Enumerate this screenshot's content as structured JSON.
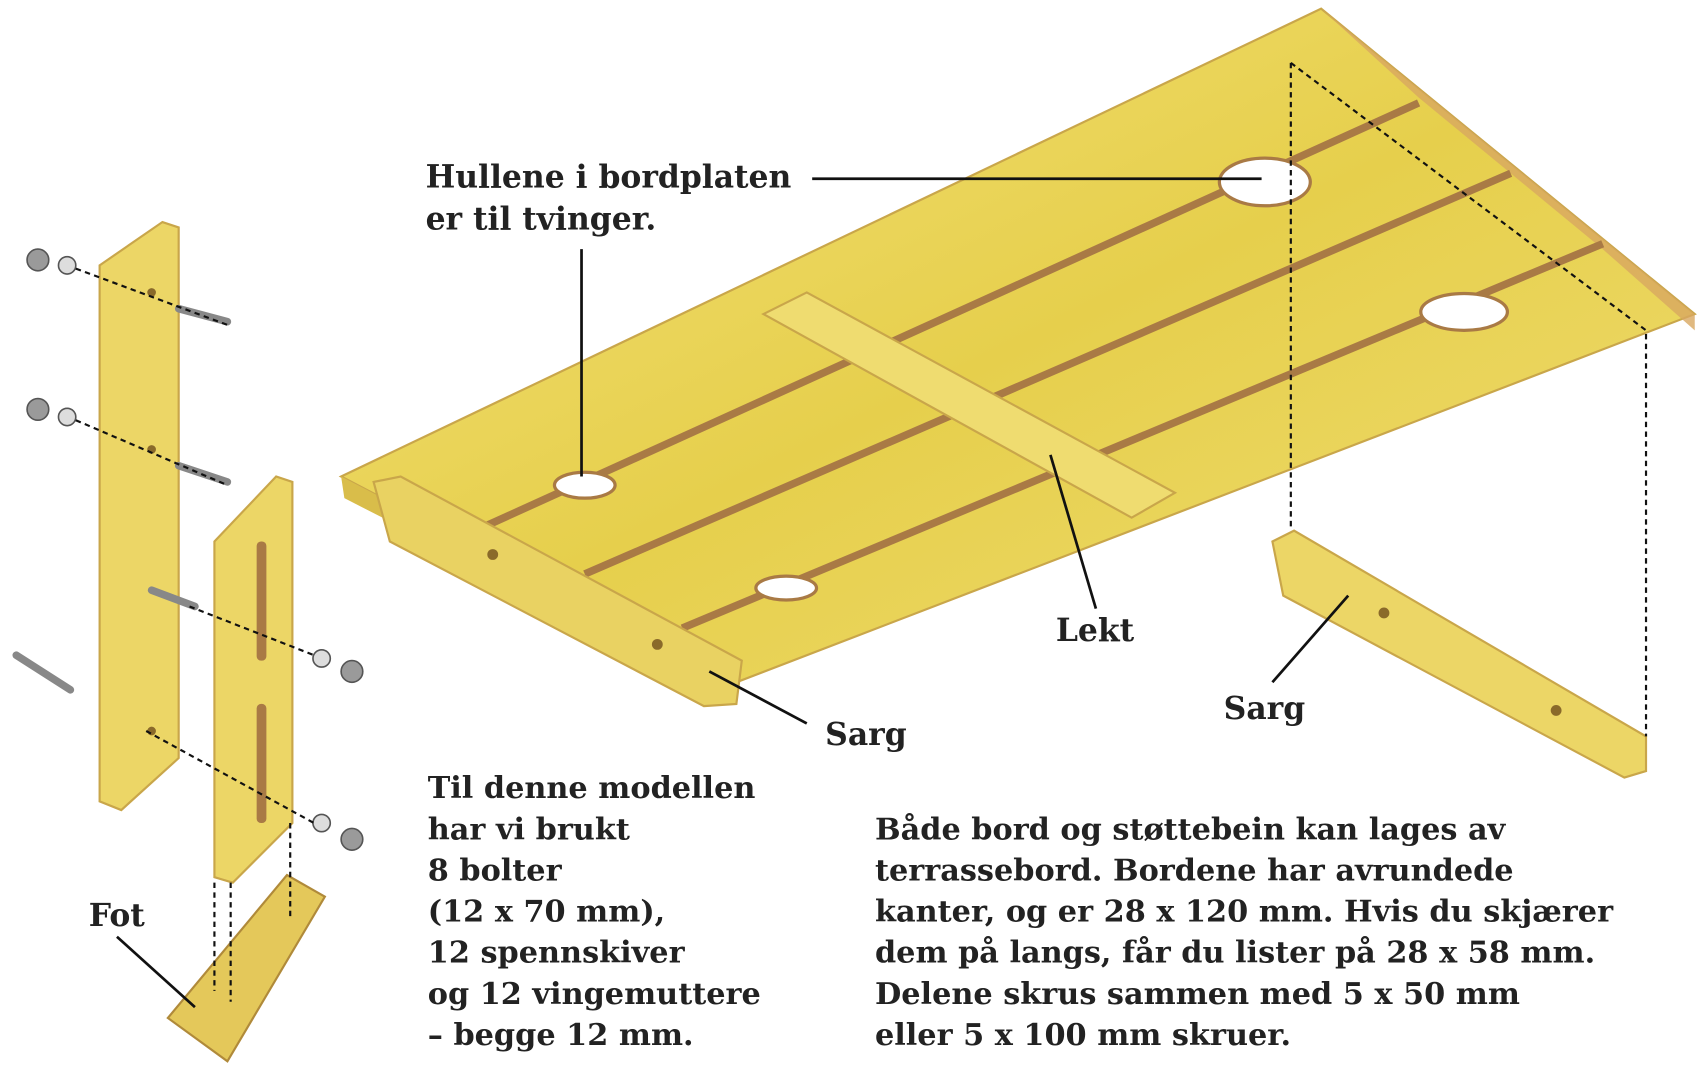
{
  "labels": {
    "holes": [
      "Hullene i bordplaten",
      "er til tvinger."
    ],
    "lekt": "Lekt",
    "sarg_left": "Sarg",
    "sarg_right": "Sarg",
    "fot": "Fot"
  },
  "materials_note": [
    "Til denne modellen",
    "har vi brukt",
    "8 bolter",
    "(12 x 70 mm),",
    "12 spennskiver",
    "og 12 vingemuttere",
    "– begge 12 mm."
  ],
  "boards_note": [
    "Både bord og støttebein kan lages av",
    "terrassebord. Bordene har avrundede",
    "kanter, og er 28 x 120 mm. Hvis du skjærer",
    "dem på langs, får du lister på 28 x 58 mm.",
    "Delene skrus sammen med 5 x 50 mm",
    "eller 5 x 100 mm skruer."
  ],
  "colors": {
    "wood": "#e8d25a",
    "wood_light": "#f3e48a",
    "groove": "#a97a45",
    "edge": "#c9a64a"
  }
}
